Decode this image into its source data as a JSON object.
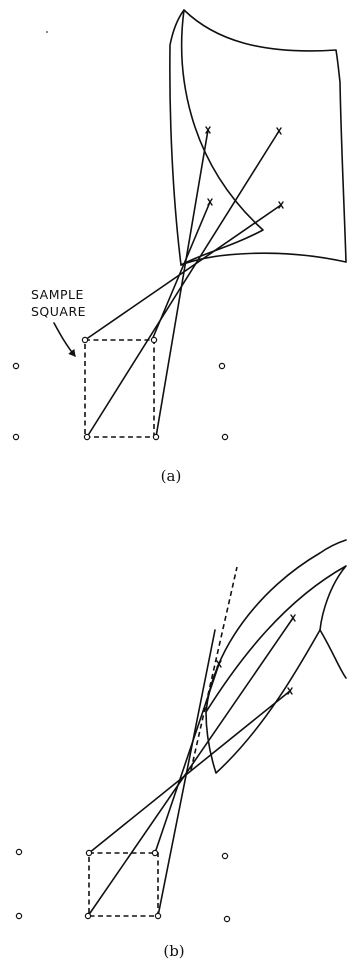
{
  "panel_a": {
    "annotation_line1": "SAMPLE",
    "annotation_line2": "SQUARE",
    "caption": "(a)"
  },
  "panel_b": {
    "caption": "(b)"
  }
}
